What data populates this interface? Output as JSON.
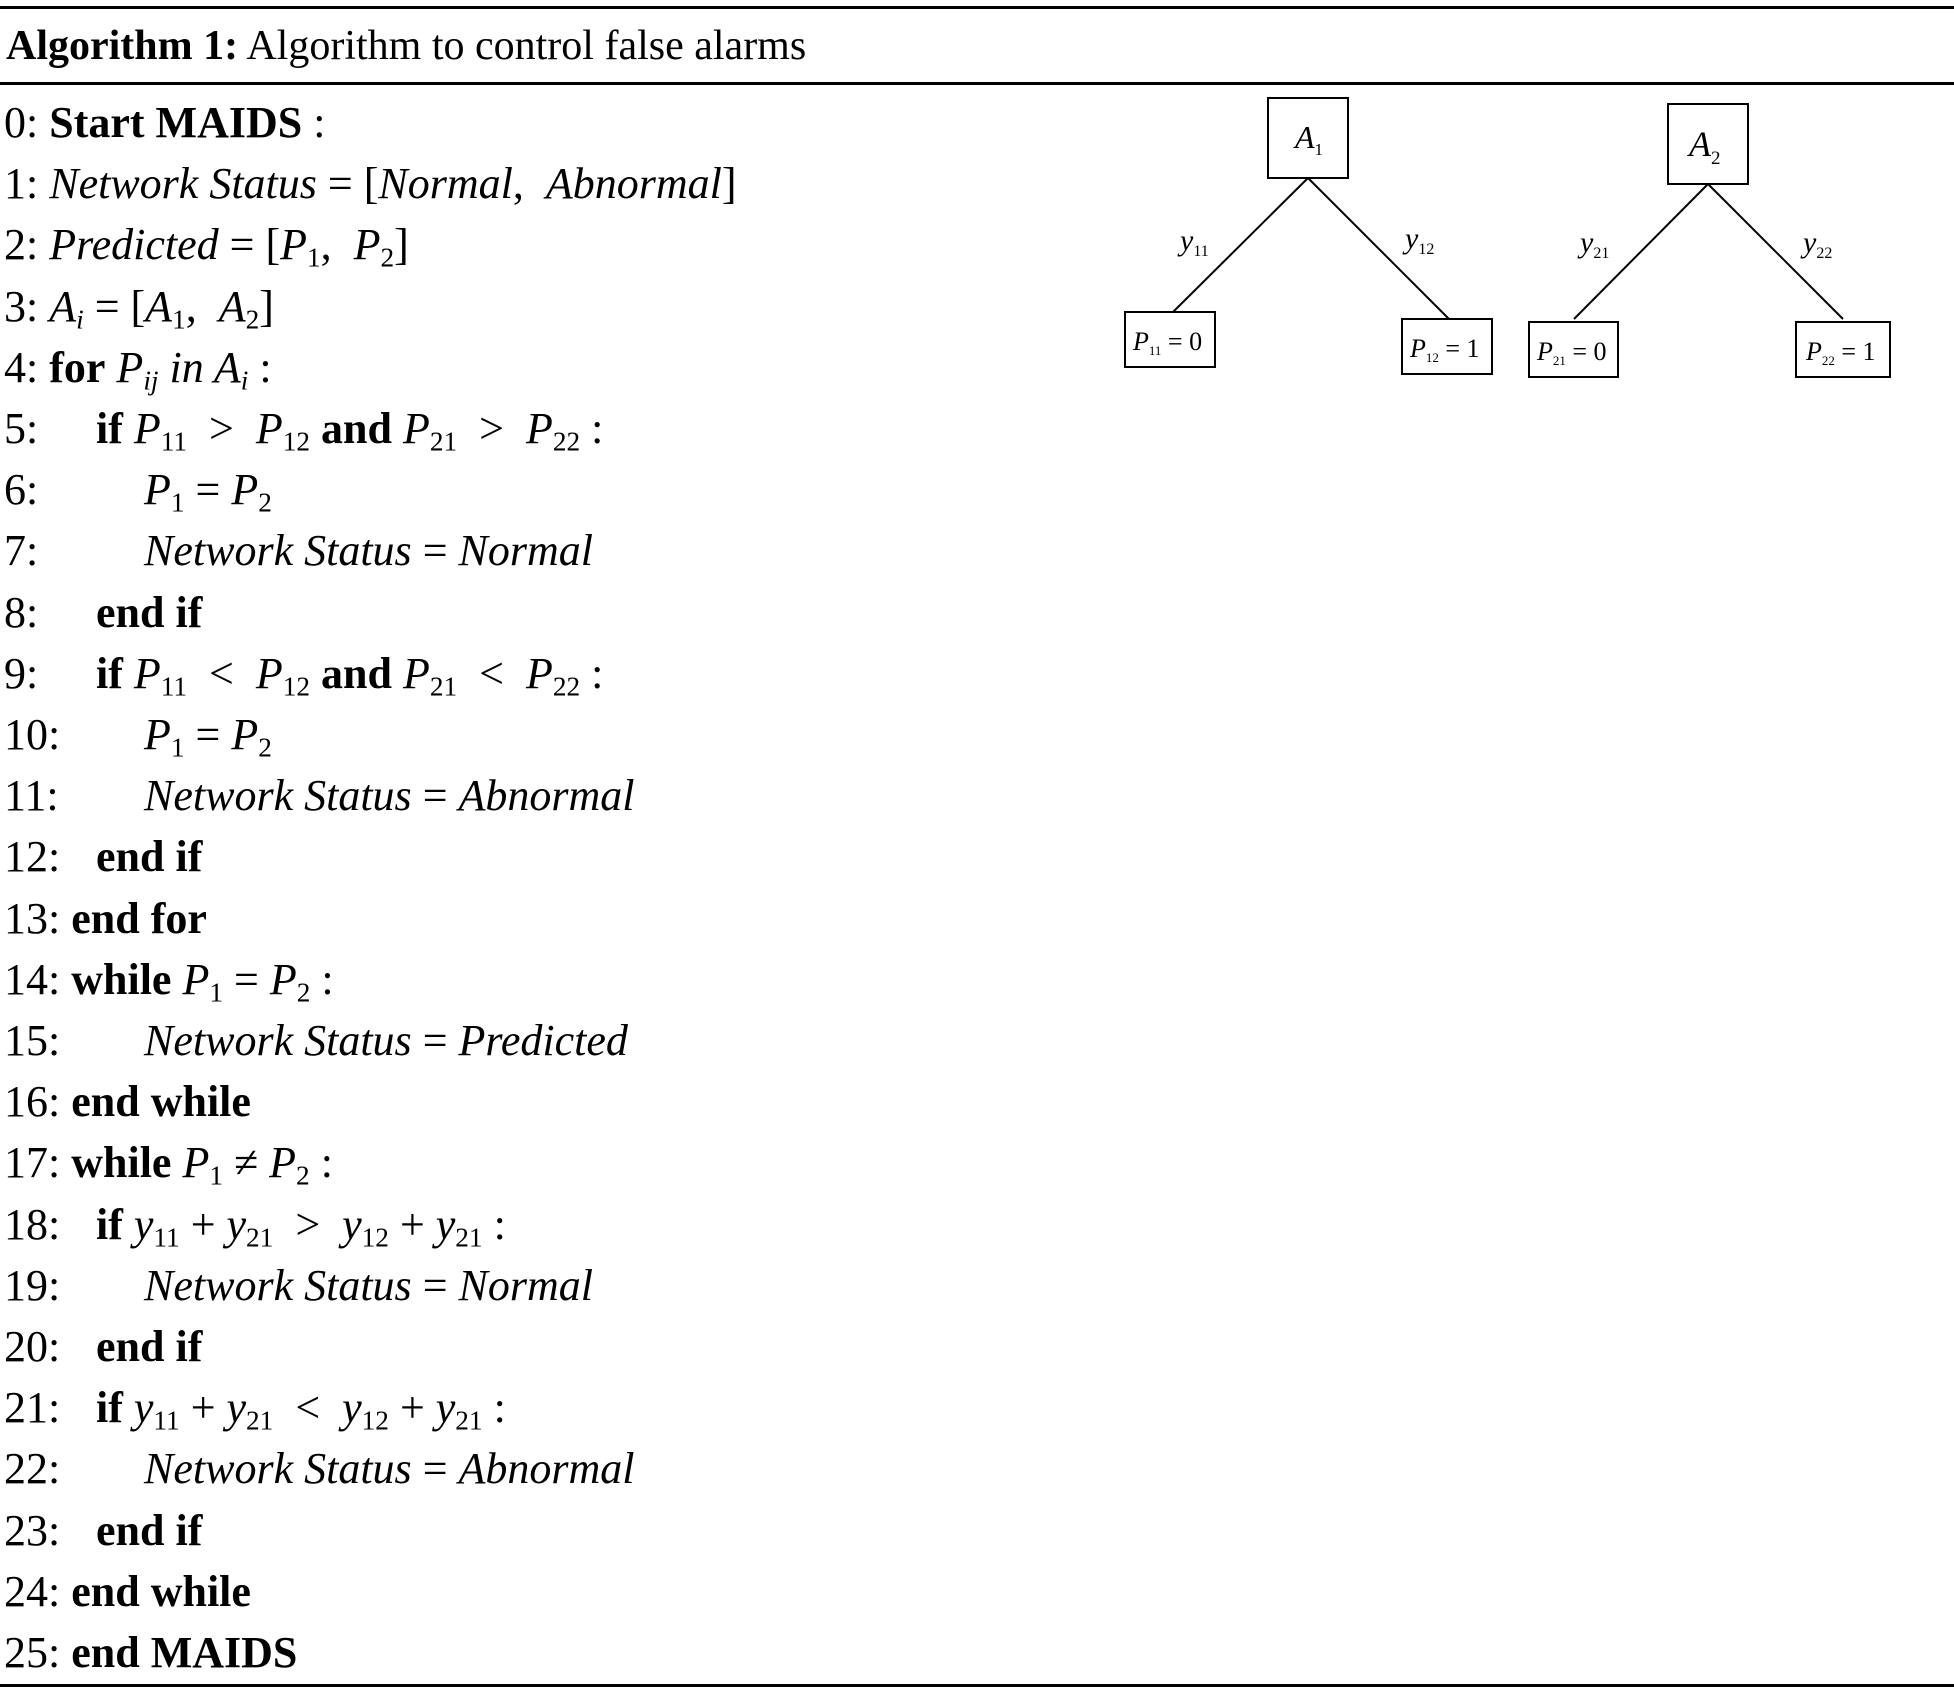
{
  "caption": {
    "label": "Algorithm 1:",
    "title": "Algorithm to control false alarms"
  },
  "lines": [
    {
      "num": "0:",
      "indent": 0,
      "tokens": [
        {
          "t": " "
        },
        {
          "t": "Start MAIDS",
          "b": true
        },
        {
          "t": " :"
        }
      ]
    },
    {
      "num": "1:",
      "indent": 0,
      "tokens": [
        {
          "t": " "
        },
        {
          "t": "Network Status",
          "i": true
        },
        {
          "t": " = ["
        },
        {
          "t": "Normal",
          "i": true
        },
        {
          "t": ",  "
        },
        {
          "t": "Abnormal",
          "i": true
        },
        {
          "t": "]"
        }
      ]
    },
    {
      "num": "2:",
      "indent": 0,
      "tokens": [
        {
          "t": " "
        },
        {
          "t": "Predicted",
          "i": true
        },
        {
          "t": " = ["
        },
        {
          "t": "P",
          "i": true
        },
        {
          "t": "1",
          "sub": true
        },
        {
          "t": ",  "
        },
        {
          "t": "P",
          "i": true
        },
        {
          "t": "2",
          "sub": true
        },
        {
          "t": "]"
        }
      ]
    },
    {
      "num": "3:",
      "indent": 0,
      "tokens": [
        {
          "t": " "
        },
        {
          "t": "A",
          "i": true
        },
        {
          "t": "i",
          "sub": true,
          "i": true
        },
        {
          "t": " = ["
        },
        {
          "t": "A",
          "i": true
        },
        {
          "t": "1",
          "sub": true
        },
        {
          "t": ",  "
        },
        {
          "t": "A",
          "i": true
        },
        {
          "t": "2",
          "sub": true
        },
        {
          "t": "]"
        }
      ]
    },
    {
      "num": "4:",
      "indent": 0,
      "tokens": [
        {
          "t": " "
        },
        {
          "t": "for",
          "b": true
        },
        {
          "t": " "
        },
        {
          "t": "P",
          "i": true
        },
        {
          "t": "ij",
          "sub": true,
          "i": true
        },
        {
          "t": " in A",
          "i": true
        },
        {
          "t": "i",
          "sub": true,
          "i": true
        },
        {
          "t": " :"
        }
      ]
    },
    {
      "num": "5:",
      "indent": 1,
      "tokens": [
        {
          "t": "if",
          "b": true
        },
        {
          "t": " "
        },
        {
          "t": "P",
          "i": true
        },
        {
          "t": "11",
          "sub": true
        },
        {
          "t": "  >  "
        },
        {
          "t": "P",
          "i": true
        },
        {
          "t": "12",
          "sub": true
        },
        {
          "t": " "
        },
        {
          "t": "and",
          "b": true
        },
        {
          "t": " "
        },
        {
          "t": "P",
          "i": true
        },
        {
          "t": "21",
          "sub": true
        },
        {
          "t": "  >  "
        },
        {
          "t": "P",
          "i": true
        },
        {
          "t": "22",
          "sub": true
        },
        {
          "t": " :"
        }
      ]
    },
    {
      "num": "6:",
      "indent": 2,
      "tokens": [
        {
          "t": "P",
          "i": true
        },
        {
          "t": "1",
          "sub": true
        },
        {
          "t": " = "
        },
        {
          "t": "P",
          "i": true
        },
        {
          "t": "2",
          "sub": true
        }
      ]
    },
    {
      "num": "7:",
      "indent": 2,
      "tokens": [
        {
          "t": "Network Status",
          "i": true
        },
        {
          "t": " = "
        },
        {
          "t": "Normal",
          "i": true
        }
      ]
    },
    {
      "num": "8:",
      "indent": 1,
      "tokens": [
        {
          "t": "end if",
          "b": true
        }
      ]
    },
    {
      "num": "9:",
      "indent": 1,
      "tokens": [
        {
          "t": "if",
          "b": true
        },
        {
          "t": " "
        },
        {
          "t": "P",
          "i": true
        },
        {
          "t": "11",
          "sub": true
        },
        {
          "t": "  <  "
        },
        {
          "t": "P",
          "i": true
        },
        {
          "t": "12",
          "sub": true
        },
        {
          "t": " "
        },
        {
          "t": "and",
          "b": true
        },
        {
          "t": " "
        },
        {
          "t": "P",
          "i": true
        },
        {
          "t": "21",
          "sub": true
        },
        {
          "t": "  <  "
        },
        {
          "t": "P",
          "i": true
        },
        {
          "t": "22",
          "sub": true
        },
        {
          "t": " :"
        }
      ]
    },
    {
      "num": "10:",
      "indent": 2,
      "tokens": [
        {
          "t": "P",
          "i": true
        },
        {
          "t": "1",
          "sub": true
        },
        {
          "t": " = "
        },
        {
          "t": "P",
          "i": true
        },
        {
          "t": "2",
          "sub": true
        }
      ]
    },
    {
      "num": "11:",
      "indent": 2,
      "tokens": [
        {
          "t": "Network Status",
          "i": true
        },
        {
          "t": " = "
        },
        {
          "t": "Abnormal",
          "i": true
        }
      ]
    },
    {
      "num": "12:",
      "indent": 1,
      "tokens": [
        {
          "t": "end if",
          "b": true
        }
      ]
    },
    {
      "num": "13:",
      "indent": 0,
      "tokens": [
        {
          "t": " "
        },
        {
          "t": "end for",
          "b": true
        }
      ]
    },
    {
      "num": "14:",
      "indent": 0,
      "tokens": [
        {
          "t": " "
        },
        {
          "t": "while",
          "b": true
        },
        {
          "t": " "
        },
        {
          "t": "P",
          "i": true
        },
        {
          "t": "1",
          "sub": true
        },
        {
          "t": " = "
        },
        {
          "t": "P",
          "i": true
        },
        {
          "t": "2",
          "sub": true
        },
        {
          "t": " :"
        }
      ]
    },
    {
      "num": "15:",
      "indent": 2,
      "tokens": [
        {
          "t": "Network Status",
          "i": true
        },
        {
          "t": " = "
        },
        {
          "t": "Predicted",
          "i": true
        }
      ]
    },
    {
      "num": "16:",
      "indent": 0,
      "tokens": [
        {
          "t": " "
        },
        {
          "t": "end while",
          "b": true
        }
      ]
    },
    {
      "num": "17:",
      "indent": 0,
      "tokens": [
        {
          "t": " "
        },
        {
          "t": "while",
          "b": true
        },
        {
          "t": " "
        },
        {
          "t": "P",
          "i": true
        },
        {
          "t": "1",
          "sub": true
        },
        {
          "t": " ≠ "
        },
        {
          "t": "P",
          "i": true
        },
        {
          "t": "2",
          "sub": true
        },
        {
          "t": " :"
        }
      ]
    },
    {
      "num": "18:",
      "indent": 1,
      "tokens": [
        {
          "t": "if",
          "b": true
        },
        {
          "t": " "
        },
        {
          "t": "y",
          "i": true
        },
        {
          "t": "11",
          "sub": true
        },
        {
          "t": " + "
        },
        {
          "t": "y",
          "i": true
        },
        {
          "t": "21",
          "sub": true
        },
        {
          "t": "  >  "
        },
        {
          "t": "y",
          "i": true
        },
        {
          "t": "12",
          "sub": true
        },
        {
          "t": " + "
        },
        {
          "t": "y",
          "i": true
        },
        {
          "t": "21",
          "sub": true
        },
        {
          "t": " :"
        }
      ]
    },
    {
      "num": "19:",
      "indent": 2,
      "tokens": [
        {
          "t": "Network Status",
          "i": true
        },
        {
          "t": " = "
        },
        {
          "t": "Normal",
          "i": true
        }
      ]
    },
    {
      "num": "20:",
      "indent": 1,
      "tokens": [
        {
          "t": "end if",
          "b": true
        }
      ]
    },
    {
      "num": "21:",
      "indent": 1,
      "tokens": [
        {
          "t": "if",
          "b": true
        },
        {
          "t": " "
        },
        {
          "t": "y",
          "i": true
        },
        {
          "t": "11",
          "sub": true
        },
        {
          "t": " + "
        },
        {
          "t": "y",
          "i": true
        },
        {
          "t": "21",
          "sub": true
        },
        {
          "t": "  <  "
        },
        {
          "t": "y",
          "i": true
        },
        {
          "t": "12",
          "sub": true
        },
        {
          "t": " + "
        },
        {
          "t": "y",
          "i": true
        },
        {
          "t": "21",
          "sub": true
        },
        {
          "t": " :"
        }
      ]
    },
    {
      "num": "22:",
      "indent": 2,
      "tokens": [
        {
          "t": "Network Status",
          "i": true
        },
        {
          "t": " = "
        },
        {
          "t": "Abnormal",
          "i": true
        }
      ]
    },
    {
      "num": "23:",
      "indent": 1,
      "tokens": [
        {
          "t": "end if",
          "b": true
        }
      ]
    },
    {
      "num": "24:",
      "indent": 0,
      "tokens": [
        {
          "t": " "
        },
        {
          "t": "end while",
          "b": true
        }
      ]
    },
    {
      "num": "25:",
      "indent": 0,
      "tokens": [
        {
          "t": " "
        },
        {
          "t": "end MAIDS",
          "b": true
        }
      ]
    }
  ],
  "tree": {
    "root_a1": {
      "v": "A",
      "s": "1"
    },
    "root_a2": {
      "v": "A",
      "s": "2"
    },
    "edge_y11": {
      "v": "y",
      "s": "11"
    },
    "edge_y12": {
      "v": "y",
      "s": "12"
    },
    "edge_y21": {
      "v": "y",
      "s": "21"
    },
    "edge_y22": {
      "v": "y",
      "s": "22"
    },
    "leaf_p11": {
      "v": "P",
      "s": "11",
      "rest": " = 0"
    },
    "leaf_p12": {
      "v": "P",
      "s": "12",
      "rest": " = 1"
    },
    "leaf_p21": {
      "v": "P",
      "s": "21",
      "rest": " = 0"
    },
    "leaf_p22": {
      "v": "P",
      "s": "22",
      "rest": " = 1"
    }
  }
}
